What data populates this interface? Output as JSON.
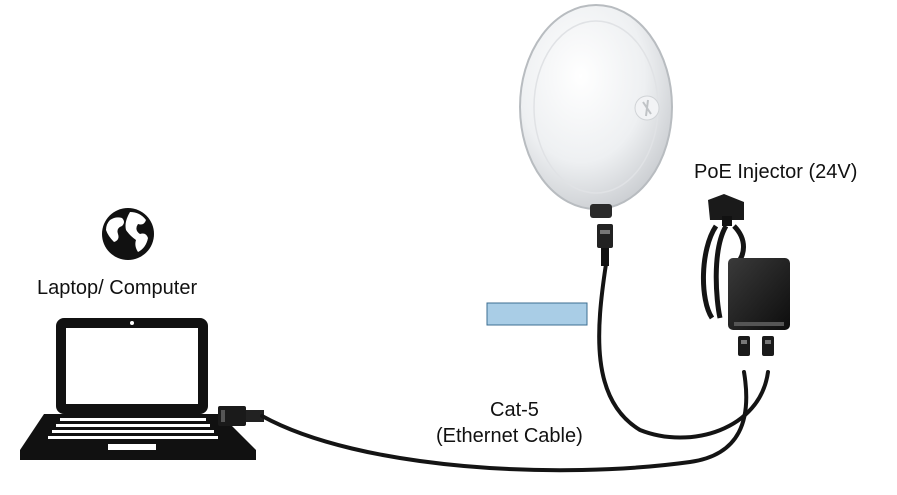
{
  "labels": {
    "laptop": "Laptop/ Computer",
    "poe_injector": "PoE Injector (24V)",
    "cable_line1": "Cat-5",
    "cable_line2": "(Ethernet Cable)"
  },
  "icons": {
    "globe": "globe-icon",
    "laptop": "laptop-icon",
    "antenna": "antenna-dish-icon",
    "poe": "poe-injector-icon",
    "connector": "rj45-connector-icon"
  },
  "colors": {
    "ink": "#111111",
    "antenna_body": "#e9eaec",
    "placeholder_box": "#a9cde6",
    "placeholder_border": "#3c6e91",
    "cable": "#141414"
  }
}
